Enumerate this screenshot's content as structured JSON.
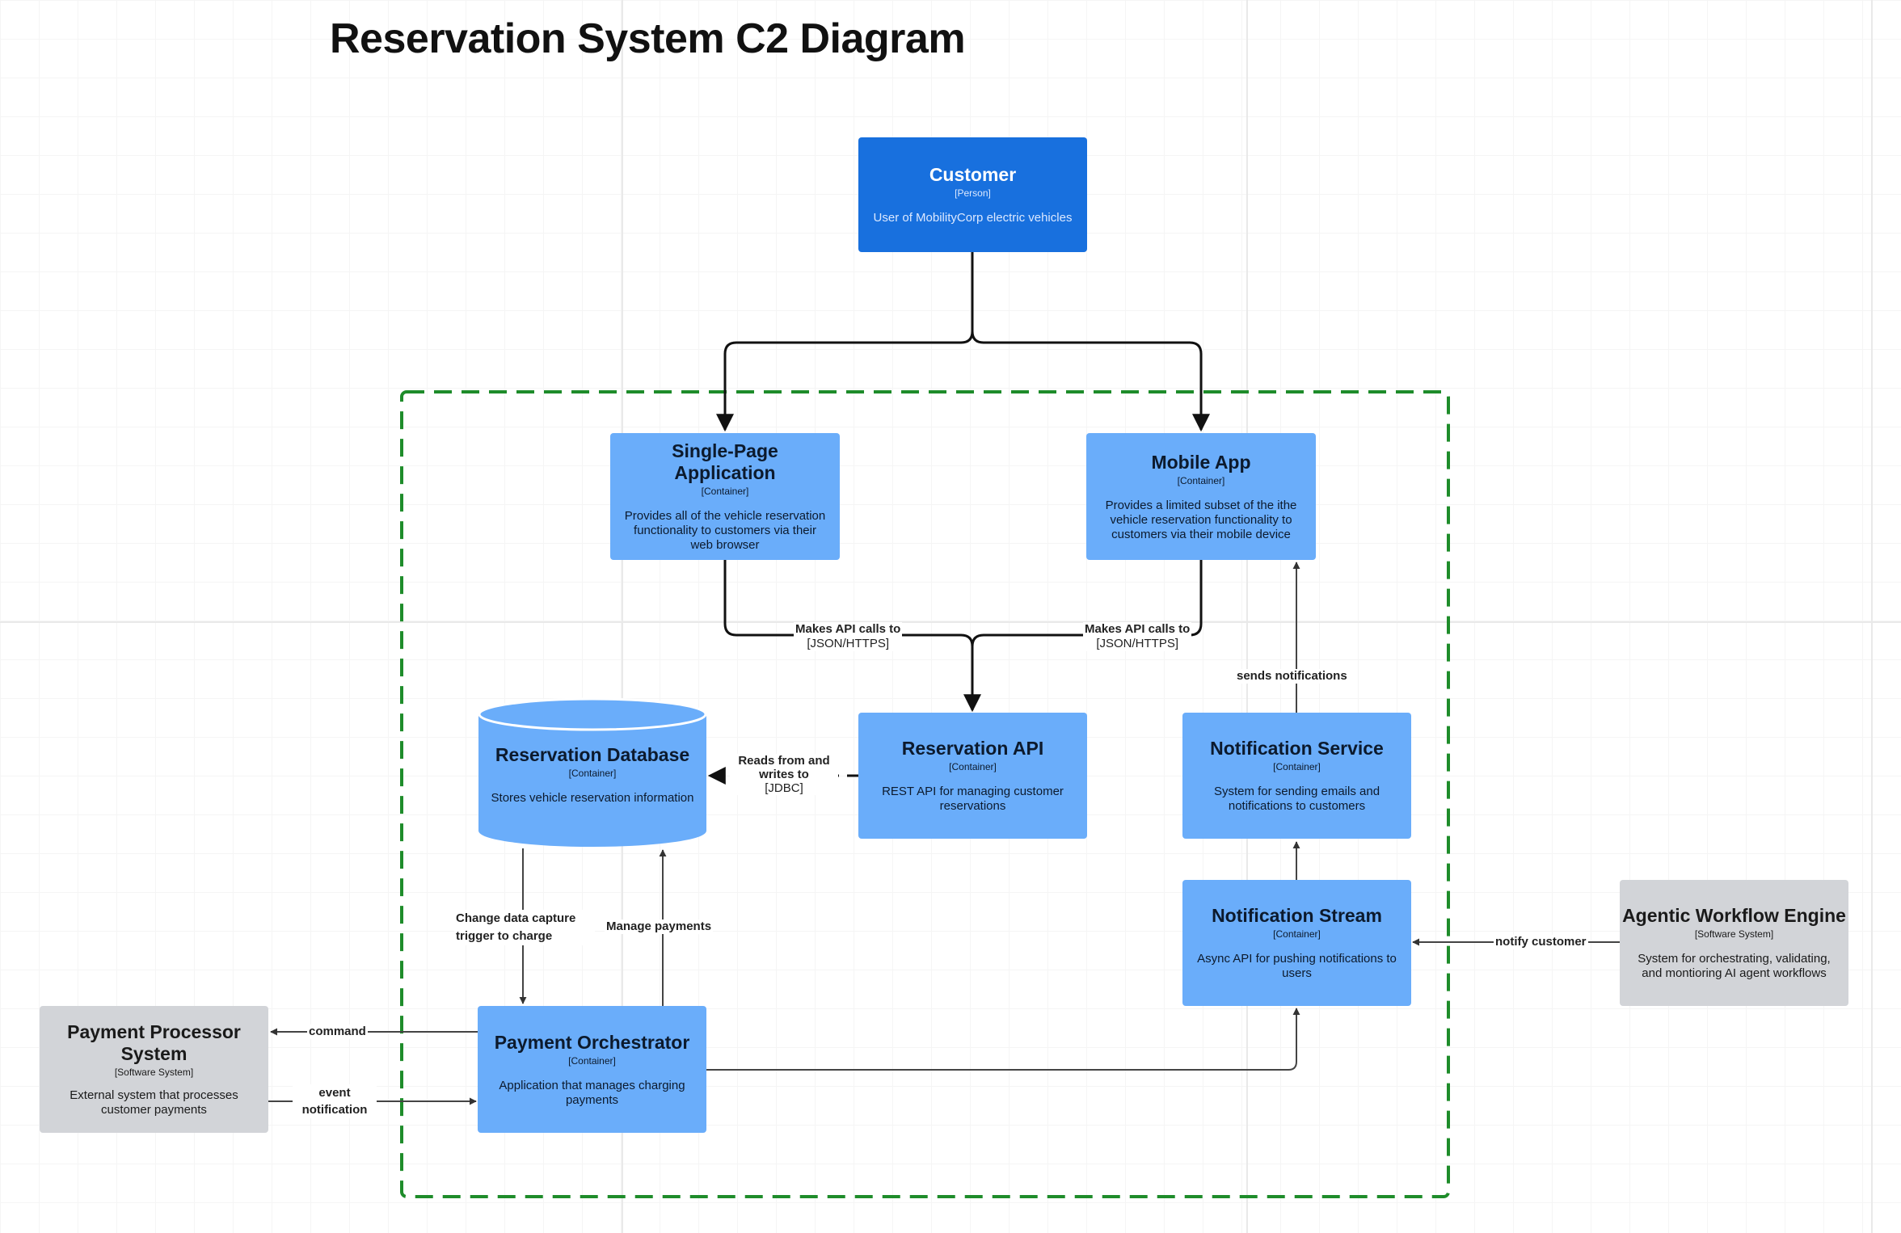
{
  "title": "Reservation System C2 Diagram",
  "colors": {
    "person": "#1870de",
    "container": "#6aadfa",
    "external": "#d2d4d8",
    "boundary": "#1e8c2a",
    "arrow": "#333333"
  },
  "nodes": {
    "customer": {
      "title": "Customer",
      "type": "[Person]",
      "desc": "User of MobilityCorp electric vehicles"
    },
    "spa": {
      "title": "Single-Page Application",
      "type": "[Container]",
      "desc": "Provides all of the vehicle reservation functionality to customers via their web browser"
    },
    "mobile": {
      "title": "Mobile App",
      "type": "[Container]",
      "desc": "Provides a limited subset of the ithe vehicle reservation functionality to customers via their mobile device"
    },
    "api": {
      "title": "Reservation API",
      "type": "[Container]",
      "desc": "REST API for managing customer reservations"
    },
    "db": {
      "title": "Reservation Database",
      "type": "[Container]",
      "desc": "Stores vehicle reservation information"
    },
    "notif_service": {
      "title": "Notification Service",
      "type": "[Container]",
      "desc": "System for sending emails and notifications to customers"
    },
    "notif_stream": {
      "title": "Notification Stream",
      "type": "[Container]",
      "desc": "Async API for pushing notifications to users"
    },
    "orchestrator": {
      "title": "Payment Orchestrator",
      "type": "[Container]",
      "desc": "Application that manages charging payments"
    },
    "payment": {
      "title": "Payment Processor System",
      "type": "[Software System]",
      "desc": "External system that processes customer payments"
    },
    "agentic": {
      "title": "Agentic Workflow Engine",
      "type": "[Software System]",
      "desc": "System for orchestrating, validating, and montioring AI agent workflows"
    }
  },
  "edges": {
    "spa_api": {
      "label": "Makes API calls to",
      "tech": "[JSON/HTTPS]"
    },
    "mobile_api": {
      "label": "Makes API calls to",
      "tech": "[JSON/HTTPS]"
    },
    "api_db": {
      "label": "Reads from and writes to",
      "tech": "[JDBC]"
    },
    "service_mobile": {
      "label": "sends notifications"
    },
    "db_orch": {
      "label": "Change data capture trigger to charge"
    },
    "orch_db": {
      "label": "Manage payments"
    },
    "orch_payment": {
      "label": "command"
    },
    "payment_orch": {
      "label": "event notification"
    },
    "agentic_stream": {
      "label": "notify customer"
    }
  }
}
